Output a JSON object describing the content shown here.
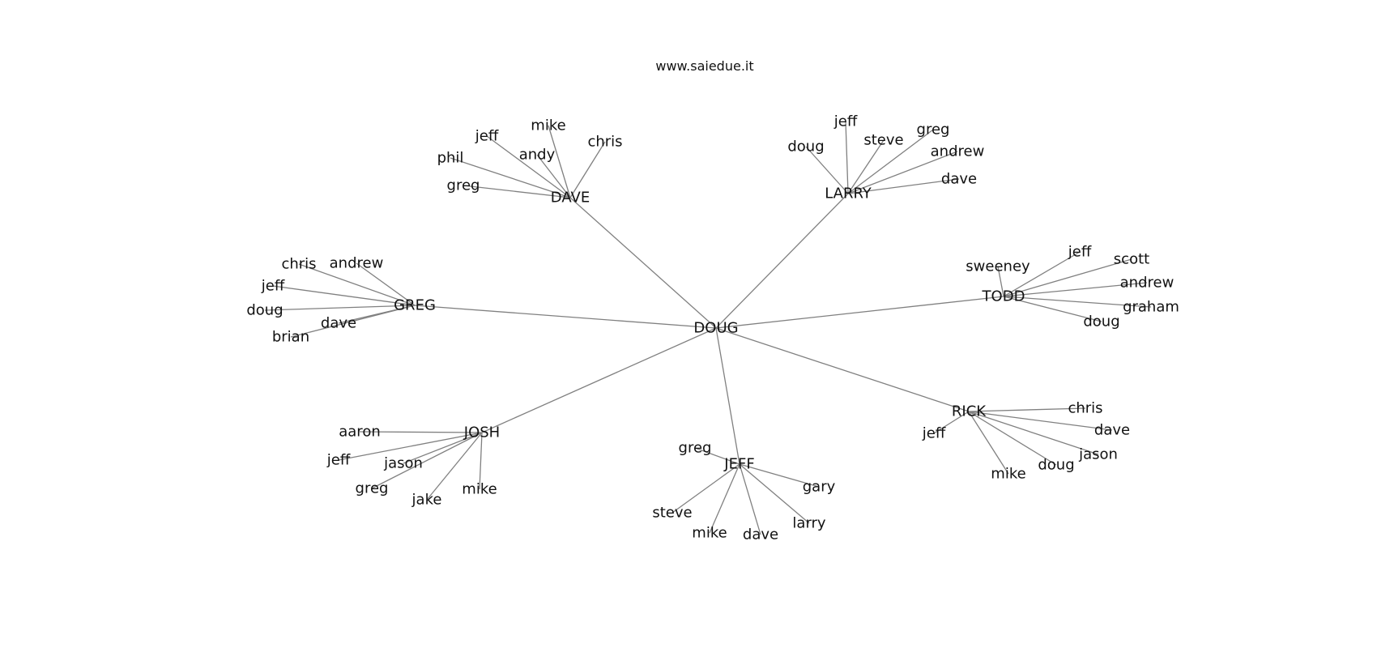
{
  "watermark": "www.saiedue.it",
  "root": "DOUG",
  "hubs": [
    {
      "name": "DAVE",
      "leaves": [
        "greg",
        "phil",
        "jeff",
        "andy",
        "mike",
        "chris"
      ]
    },
    {
      "name": "LARRY",
      "leaves": [
        "doug",
        "jeff",
        "steve",
        "greg",
        "andrew",
        "dave"
      ]
    },
    {
      "name": "GREG",
      "leaves": [
        "chris",
        "andrew",
        "jeff",
        "doug",
        "dave",
        "brian"
      ]
    },
    {
      "name": "TODD",
      "leaves": [
        "sweeney",
        "jeff",
        "scott",
        "andrew",
        "graham",
        "doug"
      ]
    },
    {
      "name": "JOSH",
      "leaves": [
        "aaron",
        "jeff",
        "jason",
        "greg",
        "jake",
        "mike"
      ]
    },
    {
      "name": "JEFF",
      "leaves": [
        "greg",
        "gary",
        "steve",
        "mike",
        "dave",
        "larry"
      ]
    },
    {
      "name": "RICK",
      "leaves": [
        "chris",
        "jeff",
        "dave",
        "jason",
        "doug",
        "mike"
      ]
    }
  ],
  "colors": {
    "edge": "#808080",
    "text": "#111111",
    "background": "#ffffff"
  }
}
